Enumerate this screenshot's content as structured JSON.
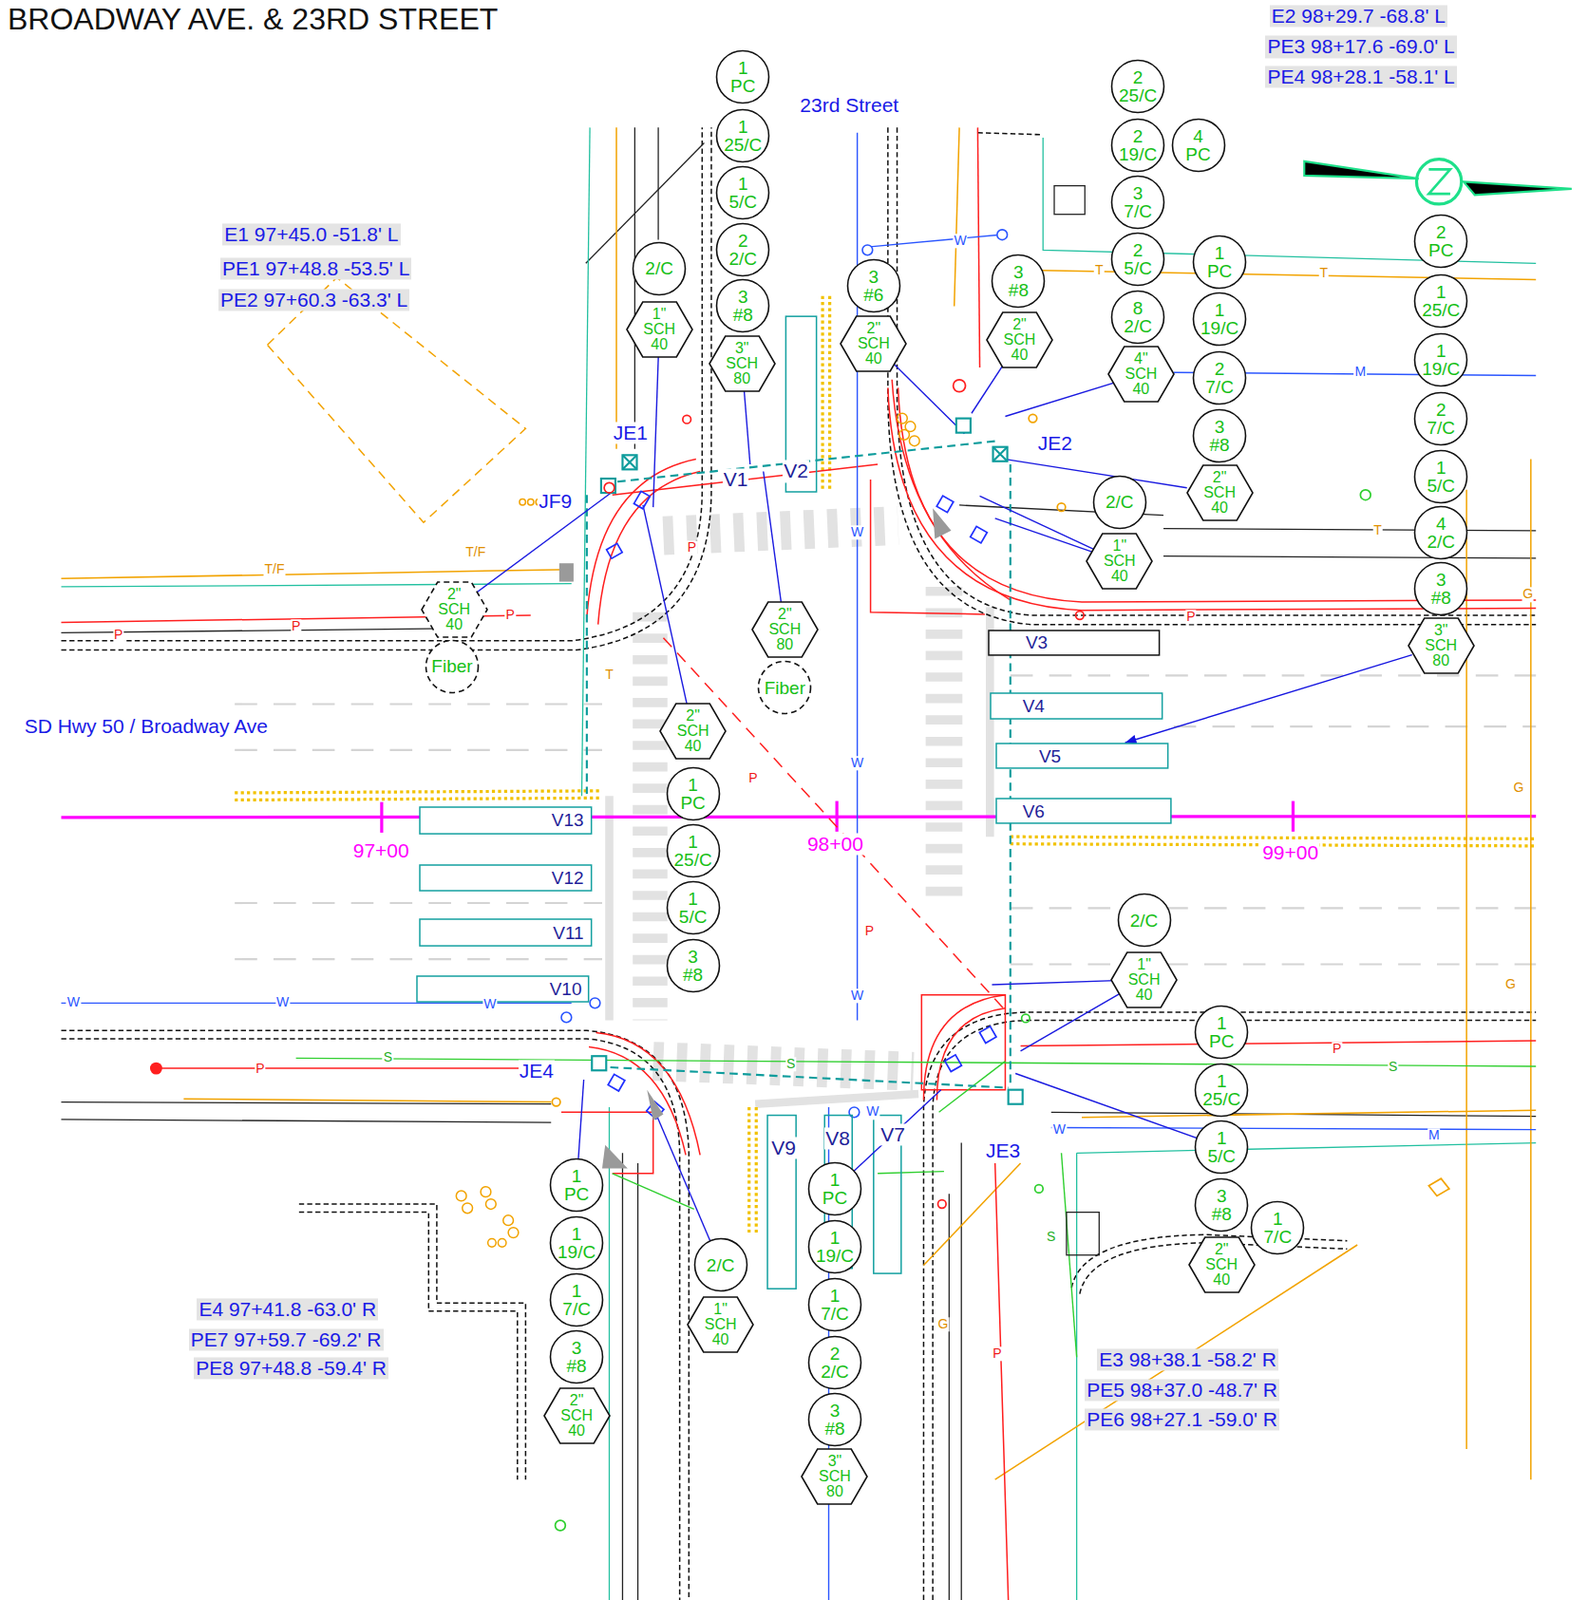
{
  "diagram": {
    "title": "BROADWAY AVE. & 23RD STREET",
    "nodes": [
      {
        "text": [
          "1 PC"
        ]
      },
      {
        "text": [
          "1 25/C"
        ]
      },
      {
        "text": [
          "1 5/C"
        ]
      },
      {
        "text": [
          "2 2/C"
        ]
      },
      {
        "text": [
          "3 #8"
        ]
      },
      {
        "text": [
          "3\" SCH 80"
        ]
      },
      {
        "text": [
          "2 25/C"
        ]
      },
      {
        "text": [
          "2 19/C"
        ]
      },
      {
        "text": [
          "4 PC"
        ]
      },
      {
        "text": [
          "3 7/C"
        ]
      },
      {
        "text": [
          "2/C"
        ]
      },
      {
        "text": [
          "1\" SCH 40"
        ]
      },
      {
        "text": [
          "3 #6"
        ]
      },
      {
        "text": [
          "2\" SCH 40"
        ]
      },
      {
        "text": [
          "3 #8"
        ]
      },
      {
        "text": [
          "2\" SCH 40"
        ]
      },
      {
        "text": [
          "2 5/C"
        ]
      },
      {
        "text": [
          "8 2/C"
        ]
      },
      {
        "text": [
          "4\" SCH 40"
        ]
      },
      {
        "text": [
          "2 PC"
        ]
      },
      {
        "text": [
          "1 PC"
        ]
      },
      {
        "text": [
          "1 25/C"
        ]
      },
      {
        "text": [
          "1 19/C"
        ]
      },
      {
        "text": [
          "1 19/C"
        ]
      },
      {
        "text": [
          "2 7/C"
        ]
      },
      {
        "text": [
          "2 7/C"
        ]
      },
      {
        "text": [
          "3 #8"
        ]
      },
      {
        "text": [
          "1 5/C"
        ]
      },
      {
        "text": [
          "2\" SCH 40"
        ]
      },
      {
        "text": [
          "2/C"
        ]
      },
      {
        "text": [
          "4 2/C"
        ]
      },
      {
        "text": [
          "1\" SCH 40"
        ]
      },
      {
        "text": [
          "3 #8"
        ]
      },
      {
        "text": [
          "2\" SCH 40"
        ]
      },
      {
        "text": [
          "2\" SCH 80"
        ]
      },
      {
        "text": [
          "3\" SCH 80"
        ]
      },
      {
        "text": [
          "V3"
        ]
      },
      {
        "text": [
          "Fiber"
        ]
      },
      {
        "text": [
          "Fiber"
        ]
      },
      {
        "text": [
          "V4"
        ]
      },
      {
        "text": [
          "2\" SCH 40"
        ]
      },
      {
        "text": [
          "V5"
        ]
      },
      {
        "text": [
          "1 PC"
        ]
      },
      {
        "text": [
          "V6"
        ]
      },
      {
        "text": [
          "V13"
        ]
      },
      {
        "text": [
          "1 25/C"
        ]
      },
      {
        "text": [
          "V12"
        ]
      },
      {
        "text": [
          "1 5/C"
        ]
      },
      {
        "text": [
          "V11"
        ]
      },
      {
        "text": [
          "2/C"
        ]
      },
      {
        "text": [
          "3 #8"
        ]
      },
      {
        "text": [
          "V10"
        ]
      },
      {
        "text": [
          "1\" SCH 40"
        ]
      },
      {
        "text": [
          "1 PC"
        ]
      },
      {
        "text": [
          "1 25/C"
        ]
      },
      {
        "text": [
          "1 5/C"
        ]
      },
      {
        "text": [
          "1 PC"
        ]
      },
      {
        "text": [
          "1 PC"
        ]
      },
      {
        "text": [
          "3 #8"
        ]
      },
      {
        "text": [
          "1 7/C"
        ]
      },
      {
        "text": [
          "1 19/C"
        ]
      },
      {
        "text": [
          "1 19/C"
        ]
      },
      {
        "text": [
          "2/C"
        ]
      },
      {
        "text": [
          "2\" SCH 40"
        ]
      },
      {
        "text": [
          "1 7/C"
        ]
      },
      {
        "text": [
          "1 7/C"
        ]
      },
      {
        "text": [
          "1\" SCH 40"
        ]
      },
      {
        "text": [
          "3 #8"
        ]
      },
      {
        "text": [
          "2 2/C"
        ]
      },
      {
        "text": [
          "2\" SCH 40"
        ]
      },
      {
        "text": [
          "3 #8"
        ]
      },
      {
        "text": [
          "3\" SCH 80"
        ]
      }
    ],
    "edges": [
      {
        "from": 35,
        "to": 41,
        "arrow": "to"
      }
    ],
    "labels": [
      "E2 98+29.7 -68.8' L",
      "PE3 98+17.6 -69.0' L",
      "PE4 98+28.1 -58.1' L",
      "23rd Street",
      "E1 97+45.0 -51.8' L",
      "PE1 97+48.8 -53.5' L",
      "PE2 97+60.3 -63.3' L",
      "JE1",
      "JE2",
      "V1",
      "V2",
      "JF9",
      "SD Hwy 50 / Broadway Ave",
      "97+00",
      "98+00",
      "99+00",
      "JE4",
      "V9",
      "V8",
      "V7",
      "JE3",
      "E4 97+41.8 -63.0' R",
      "PE7 97+59.7 -69.2' R",
      "PE8 97+48.8 -59.4' R",
      "E3 98+38.1 -58.2' R",
      "PE5 98+37.0 -48.7' R",
      "PE6 98+27.1 -59.0' R",
      "W",
      "M",
      "T",
      "T",
      "T/F",
      "T/F",
      "P",
      "P",
      "P",
      "P",
      "W",
      "T",
      "G",
      "P",
      "T",
      "W",
      "P",
      "G",
      "P",
      "G",
      "W",
      "W",
      "W",
      "W",
      "P",
      "S",
      "S",
      "S",
      "P",
      "W",
      "W",
      "M",
      "S",
      "G",
      "P"
    ]
  }
}
